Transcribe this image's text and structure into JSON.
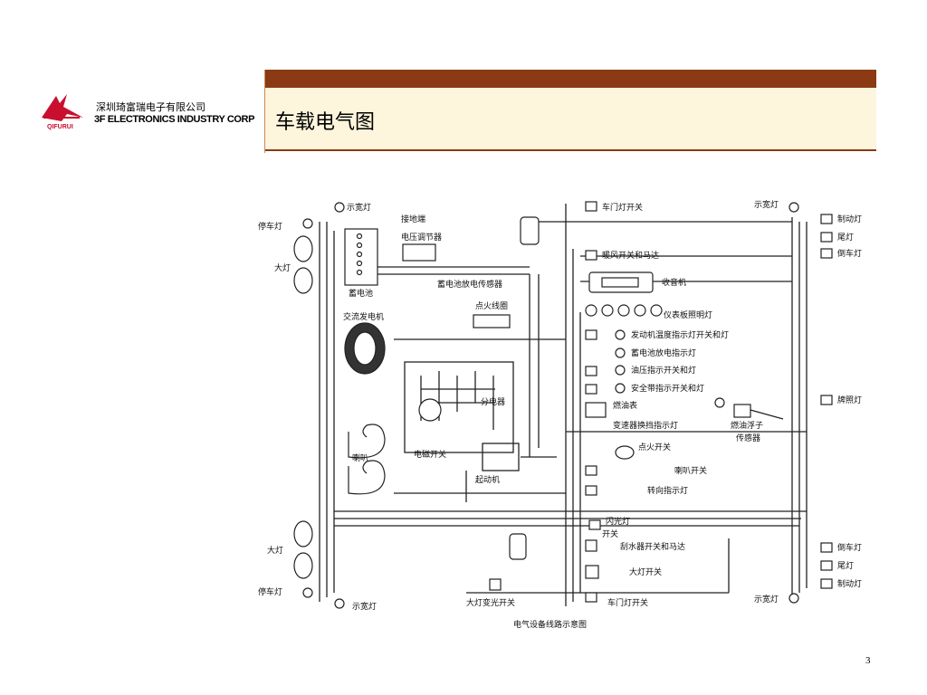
{
  "header": {
    "logo_text": "QIFURUI",
    "company_cn": "深圳琦富瑞电子有限公司",
    "company_en": "3F ELECTRONICS INDUSTRY CORP",
    "title": "车载电气图"
  },
  "colors": {
    "brand_red": "#c8102e",
    "title_bar": "#8b3a14",
    "title_bg": "#fdf5dc"
  },
  "diagram": {
    "caption": "电气设备线路示意图",
    "labels": {
      "parking_light_top": "停车灯",
      "side_light_top_left": "示宽灯",
      "headlight_top": "大灯",
      "ground_terminal": "接地端",
      "voltage_regulator": "电压调节器",
      "battery": "蓄电池",
      "battery_discharge_sensor": "蓄电池放电传感器",
      "alternator": "交流发电机",
      "ignition_coil": "点火线圈",
      "distributor": "分电器",
      "horn": "喇叭",
      "solenoid_switch": "电磁开关",
      "starter": "起动机",
      "headlight_bottom": "大灯",
      "parking_light_bottom": "停车灯",
      "side_light_bottom_left": "示宽灯",
      "dimmer_switch": "大灯变光开关",
      "door_light_switch_top": "车门灯开关",
      "heater_switch_motor": "暖风开关和马达",
      "radio": "收音机",
      "panel_lights": "仪表板照明灯",
      "engine_temp": "发动机温度指示灯开关和灯",
      "battery_discharge_light": "蓄电池放电指示灯",
      "oil_pressure": "油压指示开关和灯",
      "seatbelt": "安全带指示开关和灯",
      "fuel_gauge": "燃油表",
      "gear_indicator": "变速器换挡指示灯",
      "ignition_switch": "点火开关",
      "horn_switch": "喇叭开关",
      "turn_signal": "转向指示灯",
      "flash_switch_a": "闪光灯",
      "flash_switch_b": "开关",
      "wiper": "刮水器开关和马达",
      "headlight_switch": "大灯开关",
      "door_light_switch_bottom": "车门灯开关",
      "side_light_top_right": "示宽灯",
      "brake_light_top": "制动灯",
      "tail_light_top": "尾灯",
      "reverse_light_top": "倒车灯",
      "license_light": "牌照灯",
      "fuel_sender_a": "燃油浮子",
      "fuel_sender_b": "传感器",
      "reverse_light_bottom": "倒车灯",
      "tail_light_bottom": "尾灯",
      "brake_light_bottom": "制动灯",
      "side_light_bottom_right": "示宽灯"
    }
  },
  "footer": {
    "page_number": "3"
  }
}
